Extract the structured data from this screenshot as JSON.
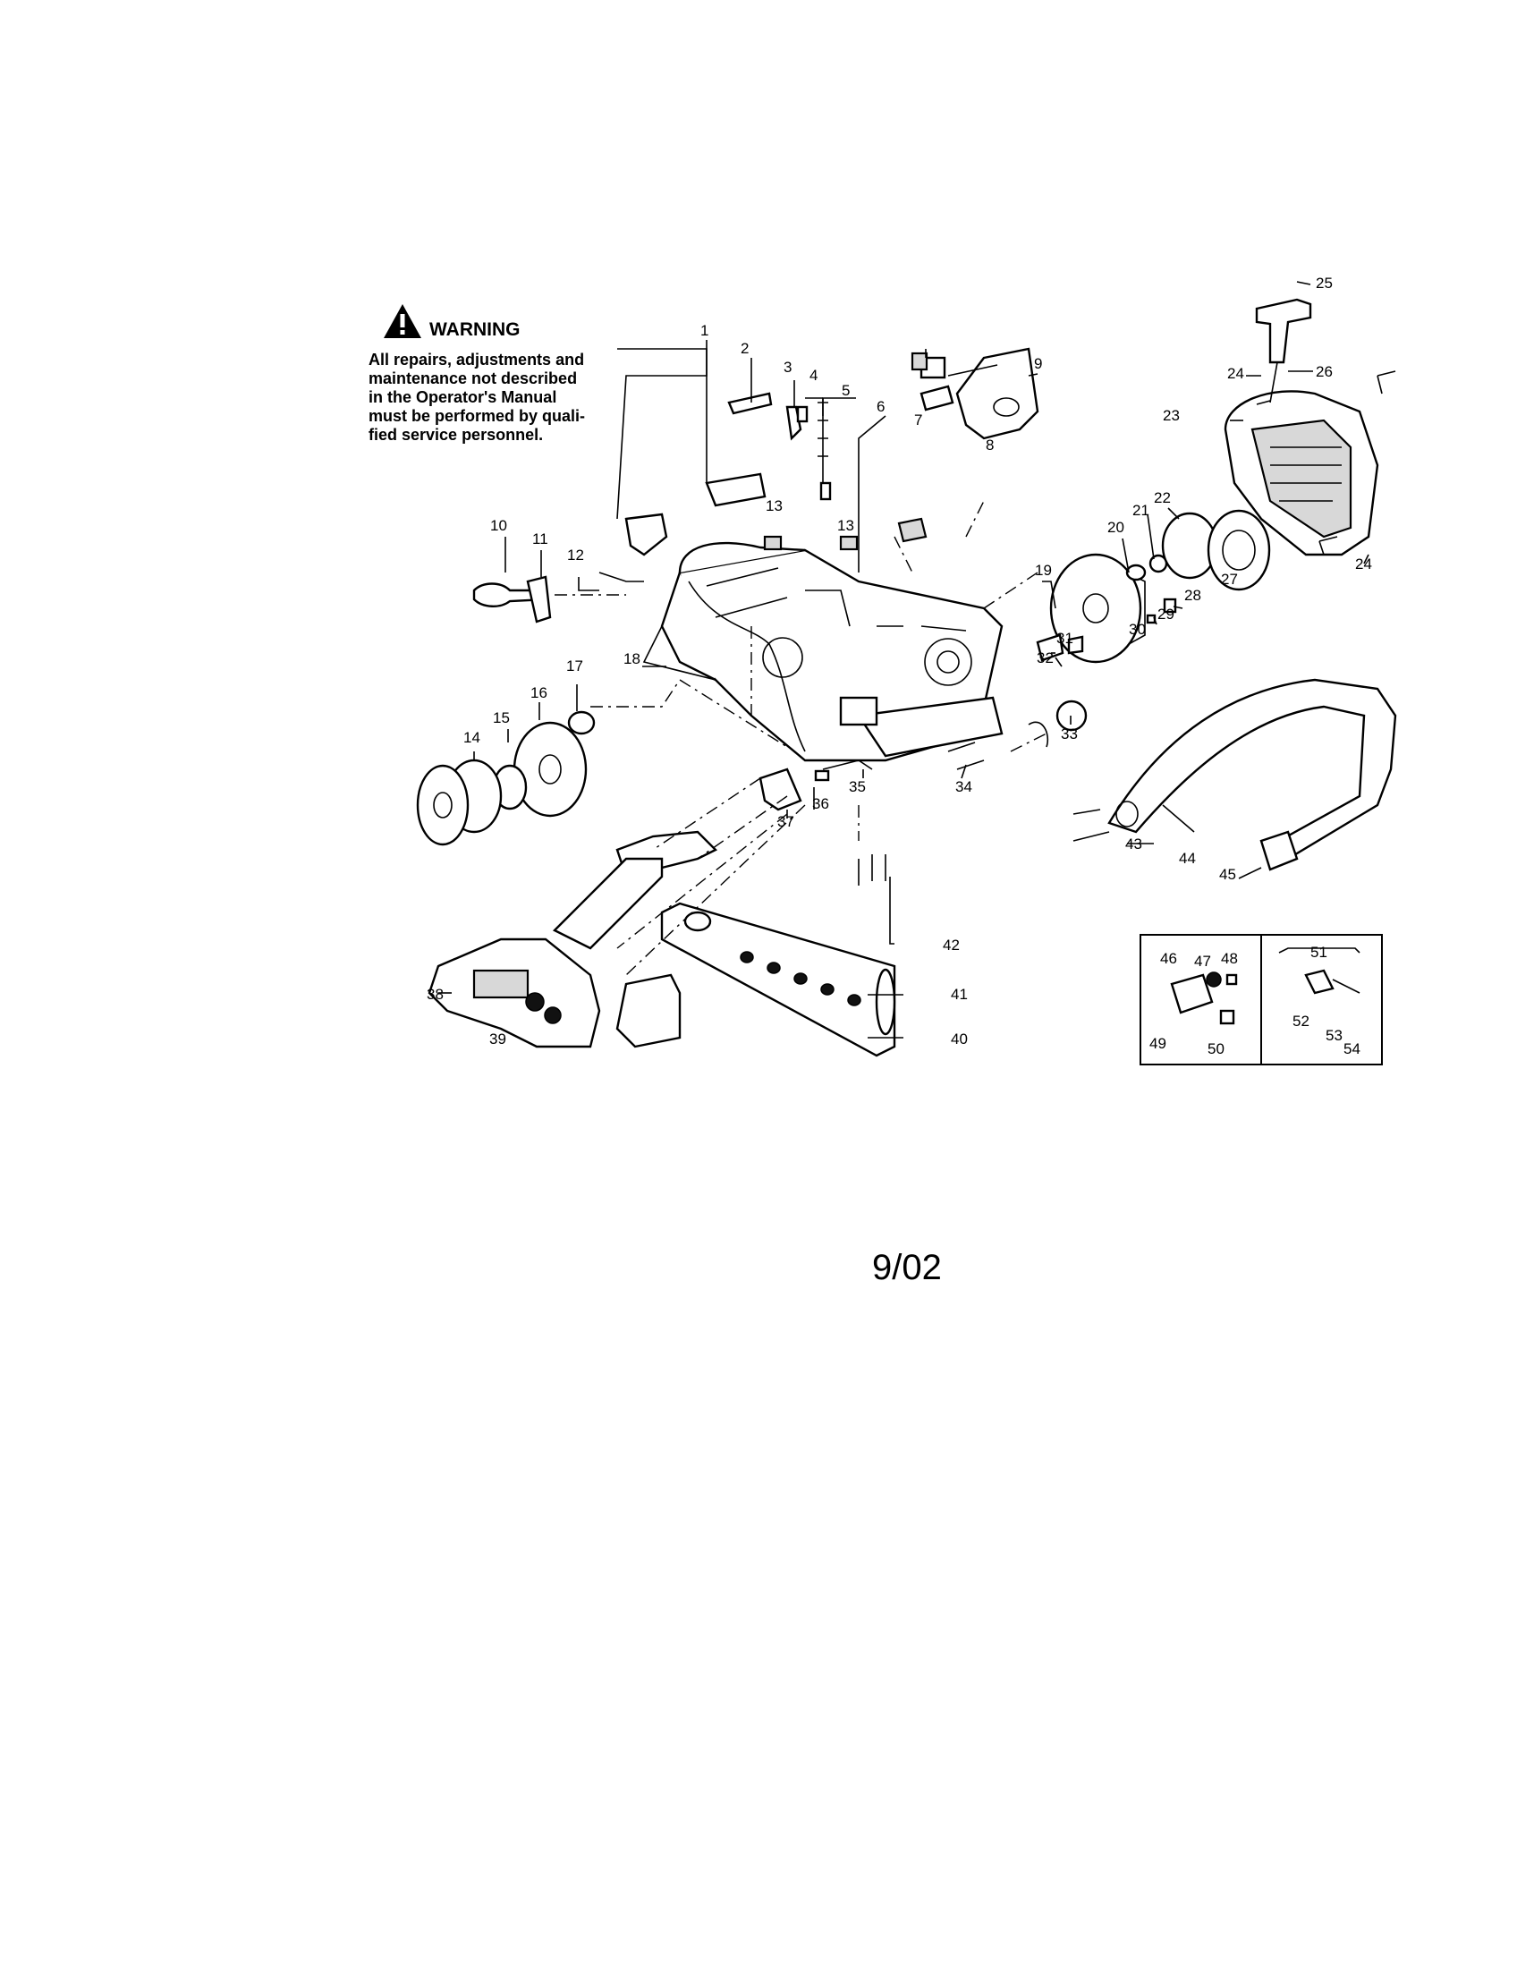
{
  "warning": {
    "title": "WARNING",
    "lines": [
      "All repairs, adjustments and",
      "maintenance not described",
      "in the Operator's Manual",
      "must be performed by quali-",
      "fied service personnel."
    ]
  },
  "date_code": "9/02",
  "callouts": {
    "c1": "1",
    "c2": "2",
    "c3": "3",
    "c4": "4",
    "c5": "5",
    "c6": "6",
    "c7": "7",
    "c8": "8",
    "c9": "9",
    "c10": "10",
    "c11": "11",
    "c12": "12",
    "c13a": "13",
    "c13b": "13",
    "c14": "14",
    "c15": "15",
    "c16": "16",
    "c17": "17",
    "c18": "18",
    "c19": "19",
    "c20": "20",
    "c21": "21",
    "c22": "22",
    "c23": "23",
    "c24a": "24",
    "c24b": "24",
    "c25": "25",
    "c26": "26",
    "c27": "27",
    "c28": "28",
    "c29": "29",
    "c30": "30",
    "c31": "31",
    "c32": "32",
    "c33": "33",
    "c34": "34",
    "c35": "35",
    "c36": "36",
    "c37": "37",
    "c38": "38",
    "c39": "39",
    "c40": "40",
    "c41": "41",
    "c42": "42",
    "c43": "43",
    "c44": "44",
    "c45": "45",
    "c46": "46",
    "c47": "47",
    "c48": "48",
    "c49": "49",
    "c50": "50",
    "c51": "51",
    "c52": "52",
    "c53": "53",
    "c54": "54"
  }
}
